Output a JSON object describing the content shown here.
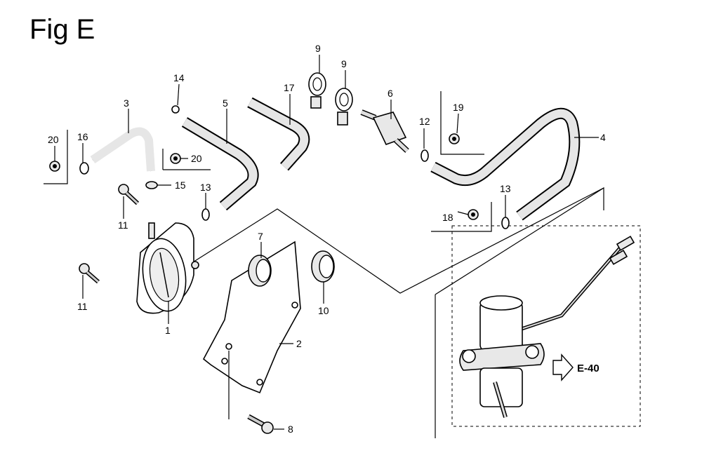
{
  "title": "Fig E",
  "ref_arrow": "E-40",
  "callouts": {
    "c1": "1",
    "c2": "2",
    "c3": "3",
    "c4": "4",
    "c5": "5",
    "c6": "6",
    "c7": "7",
    "c8": "8",
    "c9a": "9",
    "c9b": "9",
    "c10": "10",
    "c11a": "11",
    "c11b": "11",
    "c12": "12",
    "c13a": "13",
    "c13b": "13",
    "c14": "14",
    "c15": "15",
    "c16": "16",
    "c17": "17",
    "c18": "18",
    "c19": "19",
    "c20a": "20",
    "c20b": "20"
  }
}
